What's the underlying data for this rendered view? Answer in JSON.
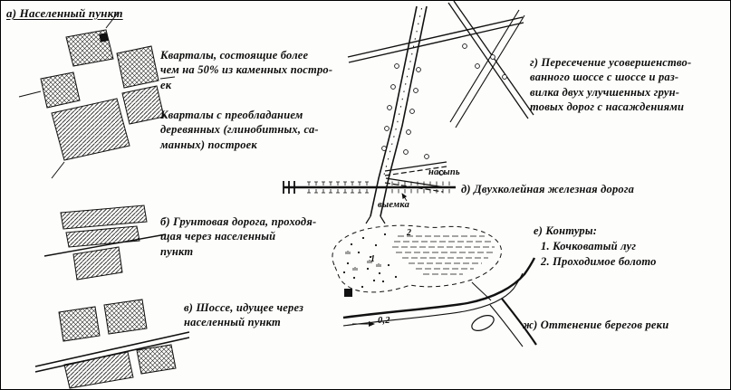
{
  "figure": {
    "section_a": {
      "title": "а) Населенный пункт",
      "note_stone": "Кварталы, состоящие более\nчем на 50% из каменных постро-\nек",
      "note_wood": "Кварталы с преобладанием\nдеревянных (глинобитных, са-\nманных) построек"
    },
    "section_b": {
      "title": "б) Грунтовая дорога, проходя-\nщая через населенный\nпункт"
    },
    "section_v": {
      "title": "в) Шоссе, идущее через\nнаселенный пункт"
    },
    "section_g": {
      "title": "г) Пересечение усовершенство-\nванного шоссе с шоссе и раз-\nвилка двух улучшенных грун-\nтовых дорог с насаждениями"
    },
    "section_d": {
      "title": "д) Двухколейная железная дорога",
      "embankment": "насыпь",
      "cutting": "выемка"
    },
    "section_e": {
      "title": "е) Контуры:",
      "item_1": "1. Кочковатый луг",
      "item_2": "2. Проходимое болото",
      "marker_1": "1",
      "marker_2": "2"
    },
    "section_zh": {
      "title": "ж) Оттенение берегов реки",
      "width_note": "0,2"
    }
  }
}
